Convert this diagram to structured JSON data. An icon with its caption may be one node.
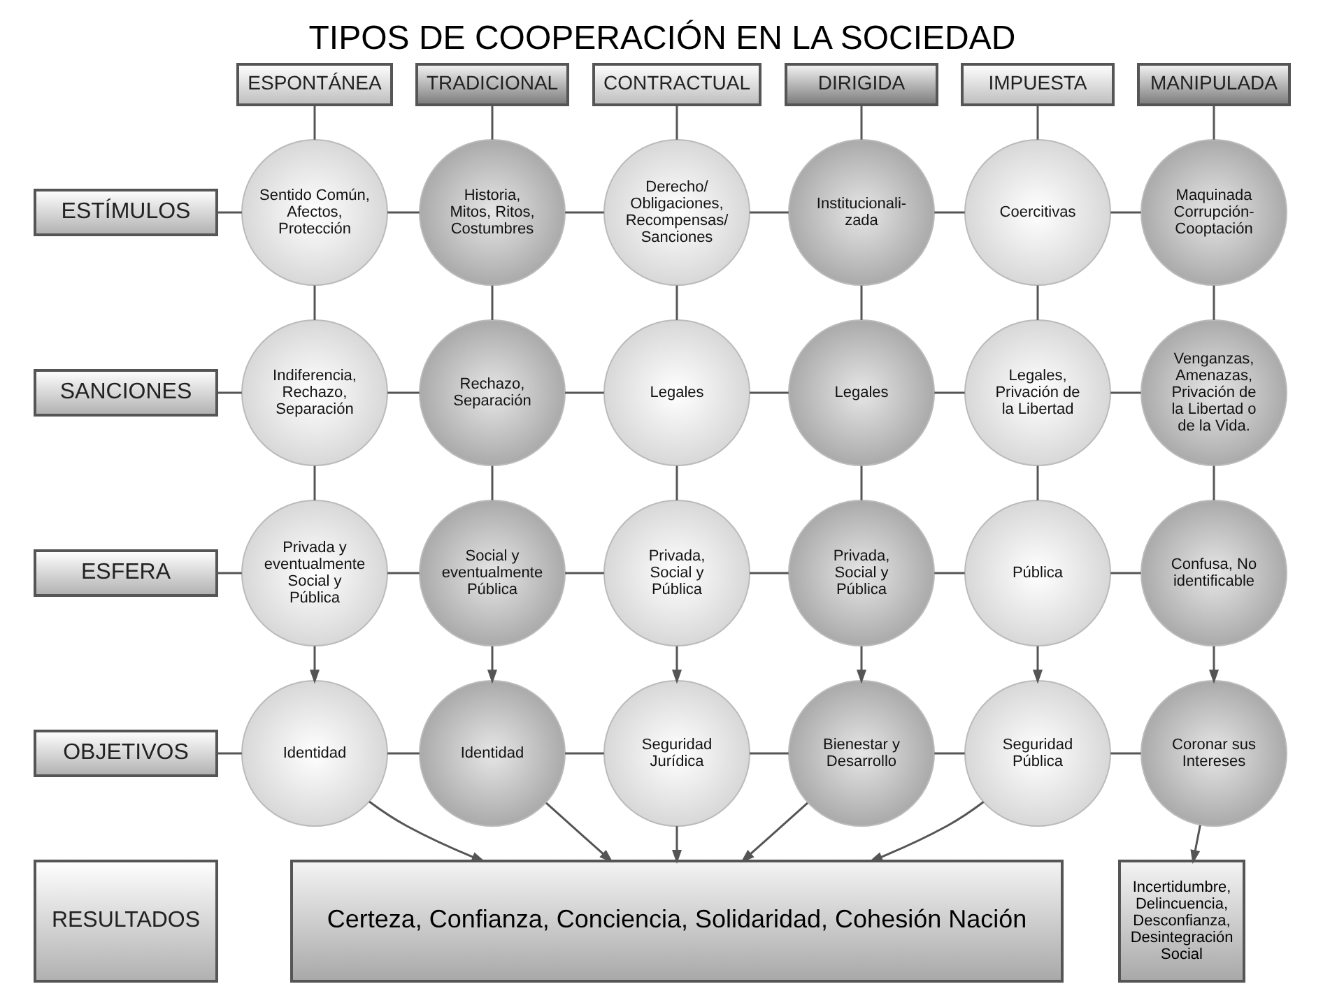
{
  "diagram": {
    "title": "TIPOS DE COOPERACIÓN EN LA SOCIEDAD",
    "nodes": [
      {
        "text": [
          "ESPONTÁNEA"
        ]
      },
      {
        "text": [
          "TRADICIONAL"
        ]
      },
      {
        "text": [
          "CONTRACTUAL"
        ]
      },
      {
        "text": [
          "DIRIGIDA"
        ]
      },
      {
        "text": [
          "IMPUESTA"
        ]
      },
      {
        "text": [
          "MANIPULADA"
        ]
      },
      {
        "text": [
          "ESTÍMULOS"
        ]
      },
      {
        "text": [
          "Sentido Común, Afectos, Protección"
        ]
      },
      {
        "text": [
          "Historia, Mitos, Ritos, Costumbres"
        ]
      },
      {
        "text": [
          "Derecho/ Obligaciones, Recompensas/ Sanciones"
        ]
      },
      {
        "text": [
          "Institucionali- zada"
        ]
      },
      {
        "text": [
          "Coercitivas"
        ]
      },
      {
        "text": [
          "Maquinada Corrupción- Cooptación"
        ]
      },
      {
        "text": [
          "SANCIONES"
        ]
      },
      {
        "text": [
          "Indiferencia, Rechazo, Separación"
        ]
      },
      {
        "text": [
          "Rechazo, Separación"
        ]
      },
      {
        "text": [
          "Legales"
        ]
      },
      {
        "text": [
          "Legales"
        ]
      },
      {
        "text": [
          "Legales, Privación de la Libertad"
        ]
      },
      {
        "text": [
          "Venganzas, Amenazas, Privación de la Libertad o de la Vida."
        ]
      },
      {
        "text": [
          "ESFERA"
        ]
      },
      {
        "text": [
          "Privada y eventualmente Social y Pública"
        ]
      },
      {
        "text": [
          "Social y eventualmente Pública"
        ]
      },
      {
        "text": [
          "Privada, Social y Pública"
        ]
      },
      {
        "text": [
          "Privada, Social y Pública"
        ]
      },
      {
        "text": [
          "Pública"
        ]
      },
      {
        "text": [
          "Confusa, No identificable"
        ]
      },
      {
        "text": [
          "OBJETIVOS"
        ]
      },
      {
        "text": [
          "Identidad"
        ]
      },
      {
        "text": [
          "Identidad"
        ]
      },
      {
        "text": [
          "Seguridad Jurídica"
        ]
      },
      {
        "text": [
          "Bienestar y Desarrollo"
        ]
      },
      {
        "text": [
          "Seguridad Pública"
        ]
      },
      {
        "text": [
          "Coronar sus Intereses"
        ]
      },
      {
        "text": [
          "RESULTADOS"
        ]
      },
      {
        "text": [
          "Certeza, Confianza, Conciencia, Solidaridad, Cohesión Nación"
        ]
      },
      {
        "text": [
          "Incertidumbre, Delincuencia, Desconfianza, Desintegración Social"
        ]
      }
    ],
    "edges": [
      {
        "from": 0,
        "to": 7,
        "arrow": "none"
      },
      {
        "from": 1,
        "to": 8,
        "arrow": "none"
      },
      {
        "from": 2,
        "to": 9,
        "arrow": "none"
      },
      {
        "from": 3,
        "to": 10,
        "arrow": "none"
      },
      {
        "from": 4,
        "to": 11,
        "arrow": "none"
      },
      {
        "from": 5,
        "to": 12,
        "arrow": "none"
      },
      {
        "from": 6,
        "to": 7,
        "arrow": "none"
      },
      {
        "from": 7,
        "to": 8,
        "arrow": "none"
      },
      {
        "from": 8,
        "to": 9,
        "arrow": "none"
      },
      {
        "from": 9,
        "to": 10,
        "arrow": "none"
      },
      {
        "from": 10,
        "to": 11,
        "arrow": "none"
      },
      {
        "from": 11,
        "to": 12,
        "arrow": "none"
      },
      {
        "from": 13,
        "to": 14,
        "arrow": "none"
      },
      {
        "from": 14,
        "to": 15,
        "arrow": "none"
      },
      {
        "from": 15,
        "to": 16,
        "arrow": "none"
      },
      {
        "from": 16,
        "to": 17,
        "arrow": "none"
      },
      {
        "from": 17,
        "to": 18,
        "arrow": "none"
      },
      {
        "from": 18,
        "to": 19,
        "arrow": "none"
      },
      {
        "from": 20,
        "to": 21,
        "arrow": "none"
      },
      {
        "from": 21,
        "to": 22,
        "arrow": "none"
      },
      {
        "from": 22,
        "to": 23,
        "arrow": "none"
      },
      {
        "from": 23,
        "to": 24,
        "arrow": "none"
      },
      {
        "from": 24,
        "to": 25,
        "arrow": "none"
      },
      {
        "from": 25,
        "to": 26,
        "arrow": "none"
      },
      {
        "from": 27,
        "to": 28,
        "arrow": "none"
      },
      {
        "from": 28,
        "to": 29,
        "arrow": "none"
      },
      {
        "from": 29,
        "to": 30,
        "arrow": "none"
      },
      {
        "from": 30,
        "to": 31,
        "arrow": "none"
      },
      {
        "from": 31,
        "to": 32,
        "arrow": "none"
      },
      {
        "from": 32,
        "to": 33,
        "arrow": "none"
      },
      {
        "from": 7,
        "to": 14,
        "arrow": "none"
      },
      {
        "from": 8,
        "to": 15,
        "arrow": "none"
      },
      {
        "from": 9,
        "to": 16,
        "arrow": "none"
      },
      {
        "from": 10,
        "to": 17,
        "arrow": "none"
      },
      {
        "from": 11,
        "to": 18,
        "arrow": "none"
      },
      {
        "from": 12,
        "to": 19,
        "arrow": "none"
      },
      {
        "from": 14,
        "to": 21,
        "arrow": "none"
      },
      {
        "from": 15,
        "to": 22,
        "arrow": "none"
      },
      {
        "from": 16,
        "to": 23,
        "arrow": "none"
      },
      {
        "from": 17,
        "to": 24,
        "arrow": "none"
      },
      {
        "from": 18,
        "to": 25,
        "arrow": "none"
      },
      {
        "from": 19,
        "to": 26,
        "arrow": "none"
      },
      {
        "from": 21,
        "to": 28,
        "arrow": "to"
      },
      {
        "from": 22,
        "to": 29,
        "arrow": "to"
      },
      {
        "from": 23,
        "to": 30,
        "arrow": "to"
      },
      {
        "from": 24,
        "to": 31,
        "arrow": "to"
      },
      {
        "from": 25,
        "to": 32,
        "arrow": "to"
      },
      {
        "from": 26,
        "to": 33,
        "arrow": "to"
      },
      {
        "from": 28,
        "to": 35,
        "arrow": "to"
      },
      {
        "from": 29,
        "to": 35,
        "arrow": "to"
      },
      {
        "from": 30,
        "to": 35,
        "arrow": "to"
      },
      {
        "from": 31,
        "to": 35,
        "arrow": "to"
      },
      {
        "from": 32,
        "to": 35,
        "arrow": "to"
      },
      {
        "from": 33,
        "to": 36,
        "arrow": "to"
      }
    ]
  }
}
